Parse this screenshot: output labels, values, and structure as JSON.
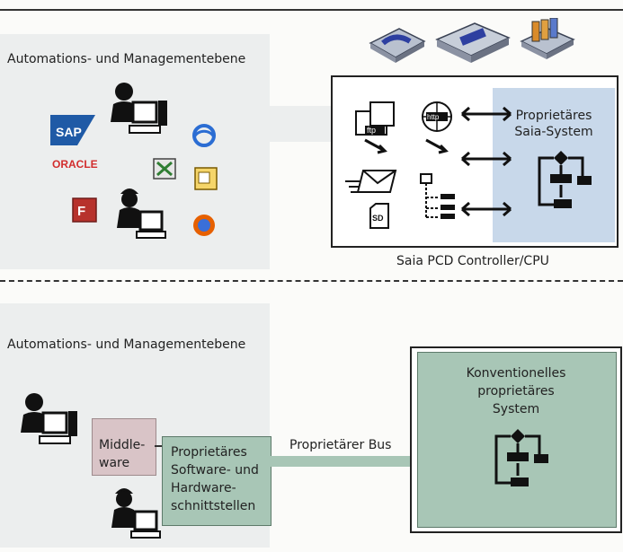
{
  "top": {
    "left_label": "Automations- und Managementebene",
    "right_title_line1": "Proprietäres",
    "right_title_line2": "Saia-System",
    "controller_label": "Saia PCD Controller/CPU",
    "logos": {
      "sap": "SAP",
      "oracle": "ORACLE",
      "ftp": "ftp",
      "http": "http",
      "sd": "SD"
    }
  },
  "bottom": {
    "left_label": "Automations- und Managementebene",
    "middleware_line1": "Middle-",
    "middleware_line2": "ware",
    "proprietary_sw_line1": "Proprietäres",
    "proprietary_sw_line2": "Software- und",
    "proprietary_sw_line3": "Hardware-",
    "proprietary_sw_line4": "schnittstellen",
    "bus_label": "Proprietärer Bus",
    "conventional_line1": "Konventionelles",
    "conventional_line2": "proprietäres",
    "conventional_line3": "System"
  },
  "colors": {
    "panel_gray": "#eceeee",
    "saia_blue": "#c8d8ea",
    "green_box": "#a8c6b6",
    "middleware_pink": "#d9c4c7",
    "sap_blue": "#1f5aa6",
    "oracle_red": "#d22d2d"
  }
}
